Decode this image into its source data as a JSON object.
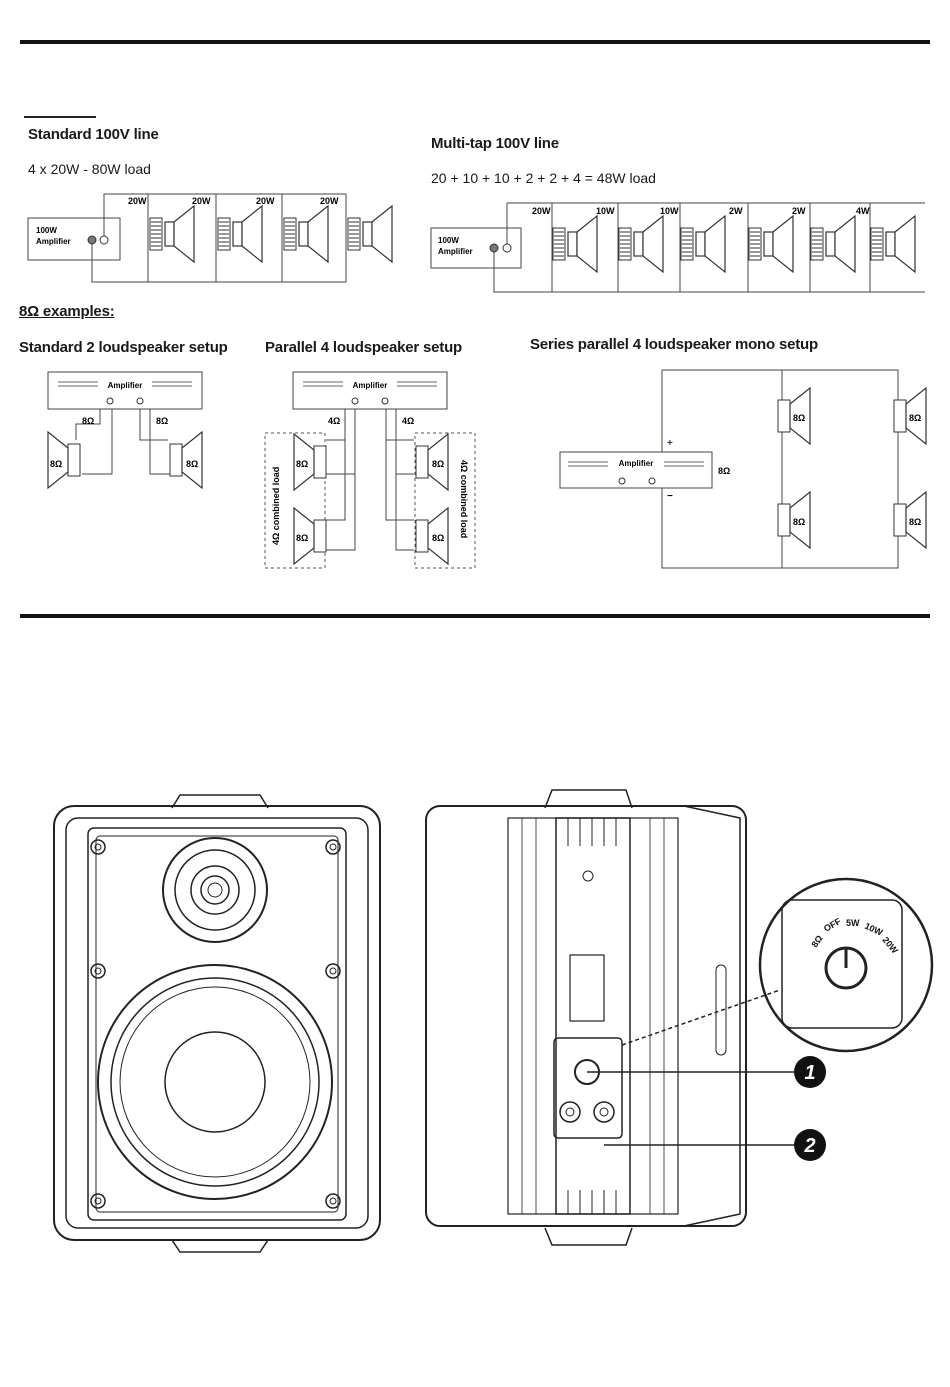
{
  "sections": {
    "standard": {
      "title": "Standard 100V line",
      "load": "4 x 20W - 80W load",
      "amplifier_line1": "100W",
      "amplifier_line2": "Amplifier",
      "taps": [
        "20W",
        "20W",
        "20W",
        "20W"
      ]
    },
    "multitap": {
      "title": "Multi-tap 100V line",
      "load": "20 + 10 + 10 + 2 + 2 + 4 = 48W load",
      "amplifier_line1": "100W",
      "amplifier_line2": "Amplifier",
      "taps": [
        "20W",
        "10W",
        "10W",
        "2W",
        "2W",
        "4W"
      ]
    },
    "examples_header": "8Ω examples:",
    "two_speaker": {
      "title": "Standard 2 loudspeaker setup",
      "amp_label": "Amplifier",
      "out_left": "8Ω",
      "out_right": "8Ω",
      "spk": "8Ω"
    },
    "parallel": {
      "title": "Parallel 4 loudspeaker setup",
      "amp_label": "Amplifier",
      "out_left": "4Ω",
      "out_right": "4Ω",
      "spk": "8Ω",
      "combined_load": "4Ω combined load"
    },
    "series_parallel": {
      "title": "Series parallel 4 loudspeaker mono setup",
      "amp_label": "Amplifier",
      "load": "8Ω",
      "spk": "8Ω",
      "plus": "+",
      "minus": "−"
    }
  },
  "tap_selector": {
    "labels": [
      "8Ω",
      "OFF",
      "5W",
      "10W",
      "20W"
    ]
  },
  "callouts": {
    "one": "1",
    "two": "2"
  }
}
